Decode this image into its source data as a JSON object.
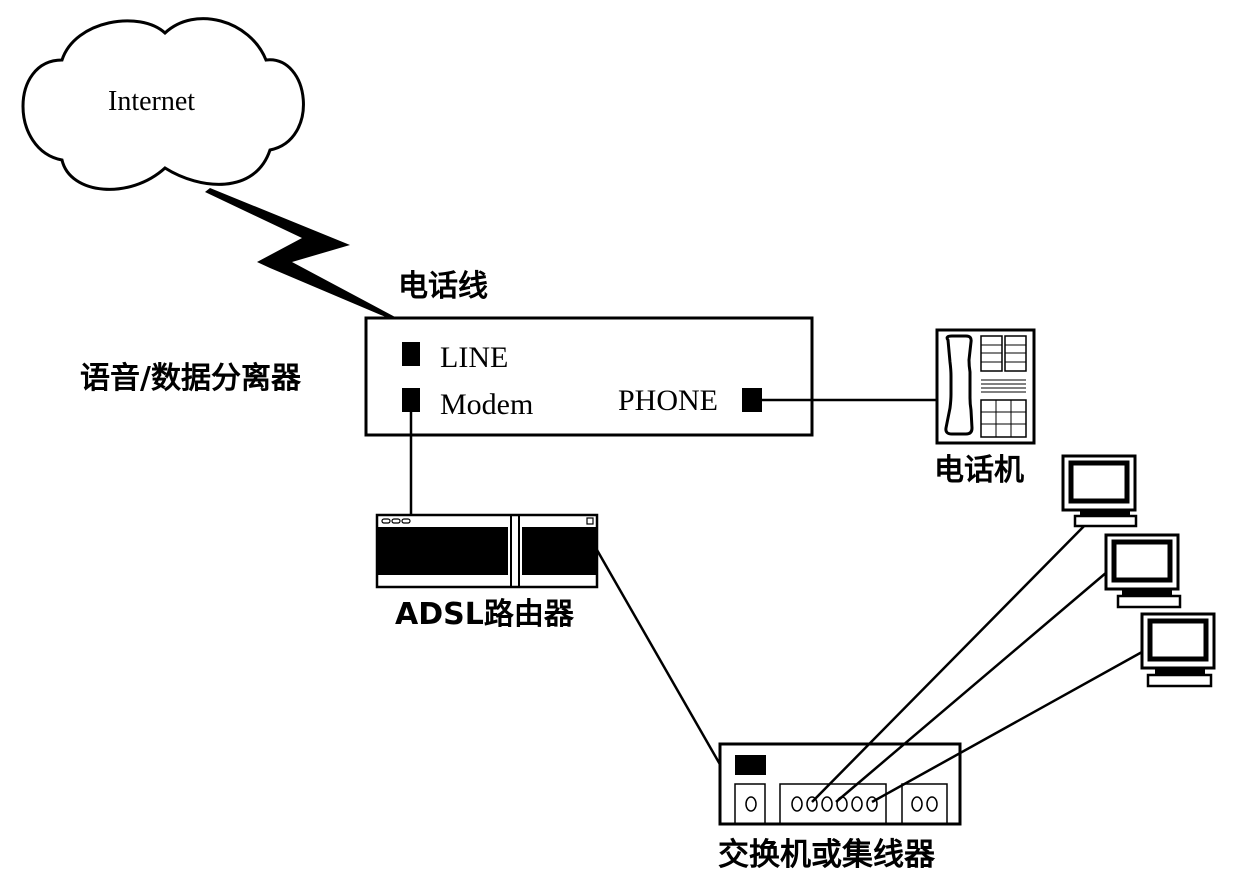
{
  "diagram": {
    "type": "network-topology",
    "nodes": {
      "internet": {
        "label": "Internet",
        "icon": "cloud-icon"
      },
      "phone_line": {
        "label": "电话线",
        "icon": "lightning-link-icon"
      },
      "splitter": {
        "label": "语音/数据分离器",
        "ports": {
          "line": "LINE",
          "modem": "Modem",
          "phone": "PHONE"
        }
      },
      "telephone": {
        "label": "电话机",
        "icon": "telephone-icon"
      },
      "router": {
        "label": "ADSL路由器",
        "icon": "router-icon"
      },
      "switch": {
        "label": "交换机或集线器",
        "icon": "switch-icon",
        "ports": {
          "uplink": 1,
          "lan": 6,
          "extra": 2
        }
      },
      "computers": [
        {
          "icon": "computer-icon"
        },
        {
          "icon": "computer-icon"
        },
        {
          "icon": "computer-icon"
        }
      ]
    },
    "edges": [
      {
        "from": "internet",
        "to": "splitter.line",
        "style": "lightning"
      },
      {
        "from": "splitter.phone",
        "to": "telephone"
      },
      {
        "from": "splitter.modem",
        "to": "router"
      },
      {
        "from": "router",
        "to": "switch.uplink"
      },
      {
        "from": "switch.lan.2",
        "to": "computers.0"
      },
      {
        "from": "switch.lan.3",
        "to": "computers.1"
      },
      {
        "from": "switch.lan.6",
        "to": "computers.2"
      }
    ],
    "colors": {
      "stroke": "#000000",
      "background": "#ffffff"
    }
  }
}
